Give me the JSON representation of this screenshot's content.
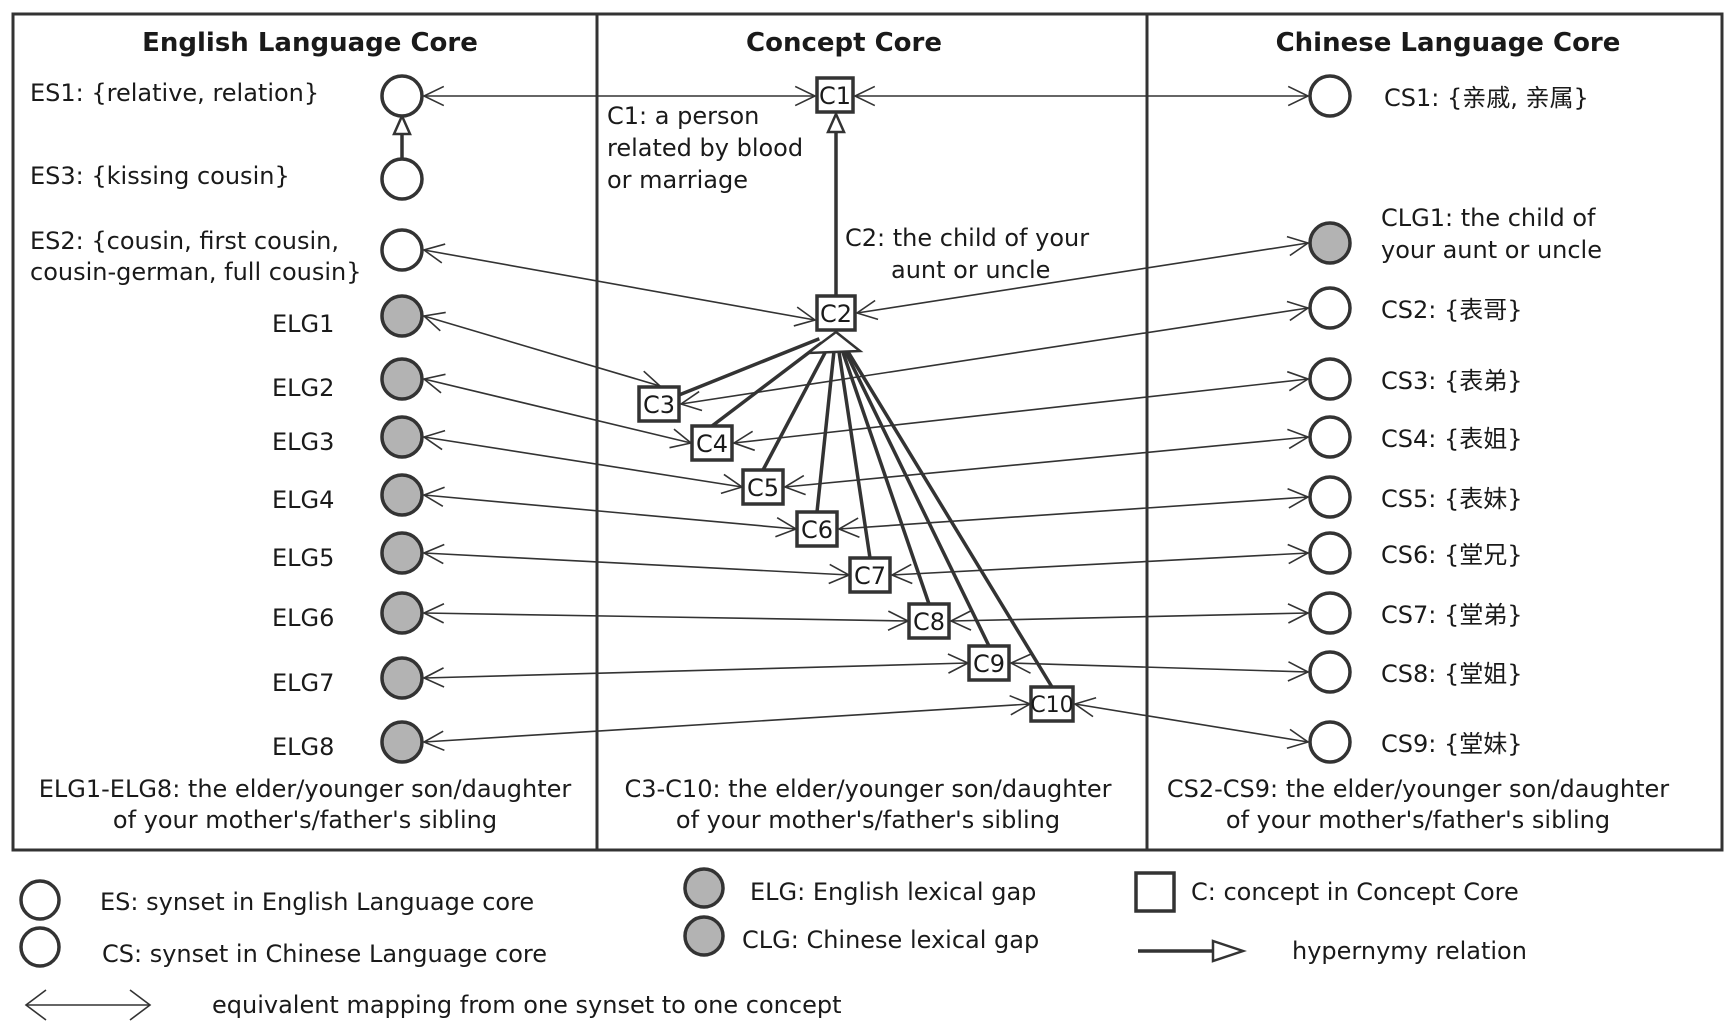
{
  "columns": {
    "english": "English Language Core",
    "concept": "Concept Core",
    "chinese": "Chinese Language Core"
  },
  "english": {
    "es1": "ES1: {relative, relation}",
    "es3": "ES3: {kissing cousin}",
    "es2_line1": "ES2: {cousin, first cousin,",
    "es2_line2": "cousin-german, full cousin}",
    "gaps": [
      "ELG1",
      "ELG2",
      "ELG3",
      "ELG4",
      "ELG5",
      "ELG6",
      "ELG7",
      "ELG8"
    ],
    "footer_line1": "ELG1-ELG8: the elder/younger son/daughter",
    "footer_line2": "of your mother's/father's sibling"
  },
  "concept": {
    "boxes": [
      "C1",
      "C2",
      "C3",
      "C4",
      "C5",
      "C6",
      "C7",
      "C8",
      "C9",
      "C10"
    ],
    "c1_line1": "C1: a person",
    "c1_line2": "related by blood",
    "c1_line3": "or marriage",
    "c2_line1": "C2: the child of your",
    "c2_line2": "aunt or uncle",
    "footer_line1": "C3-C10: the elder/younger son/daughter",
    "footer_line2": "of your mother's/father's sibling"
  },
  "chinese": {
    "cs1": "CS1: {亲戚, 亲属}",
    "clg1_line1": "CLG1: the child of",
    "clg1_line2": "your aunt or uncle",
    "synsets": [
      "CS2: {表哥}",
      "CS3: {表弟}",
      "CS4: {表姐}",
      "CS5: {表妹}",
      "CS6: {堂兄}",
      "CS7: {堂弟}",
      "CS8: {堂姐}",
      "CS9: {堂妹}"
    ],
    "footer_line1": "CS2-CS9: the elder/younger son/daughter",
    "footer_line2": "of your mother's/father's sibling"
  },
  "legend": {
    "es": "ES: synset in English Language core",
    "cs": "CS: synset in Chinese Language core",
    "elg": "ELG: English lexical gap",
    "clg": "CLG: Chinese lexical gap",
    "c": "C: concept in Concept Core",
    "hyp": "hypernymy relation",
    "eq": "equivalent mapping from one synset to one concept"
  },
  "colors": {
    "stroke": "#333333",
    "gap_fill": "#b3b3b3",
    "synset_fill": "#ffffff"
  }
}
